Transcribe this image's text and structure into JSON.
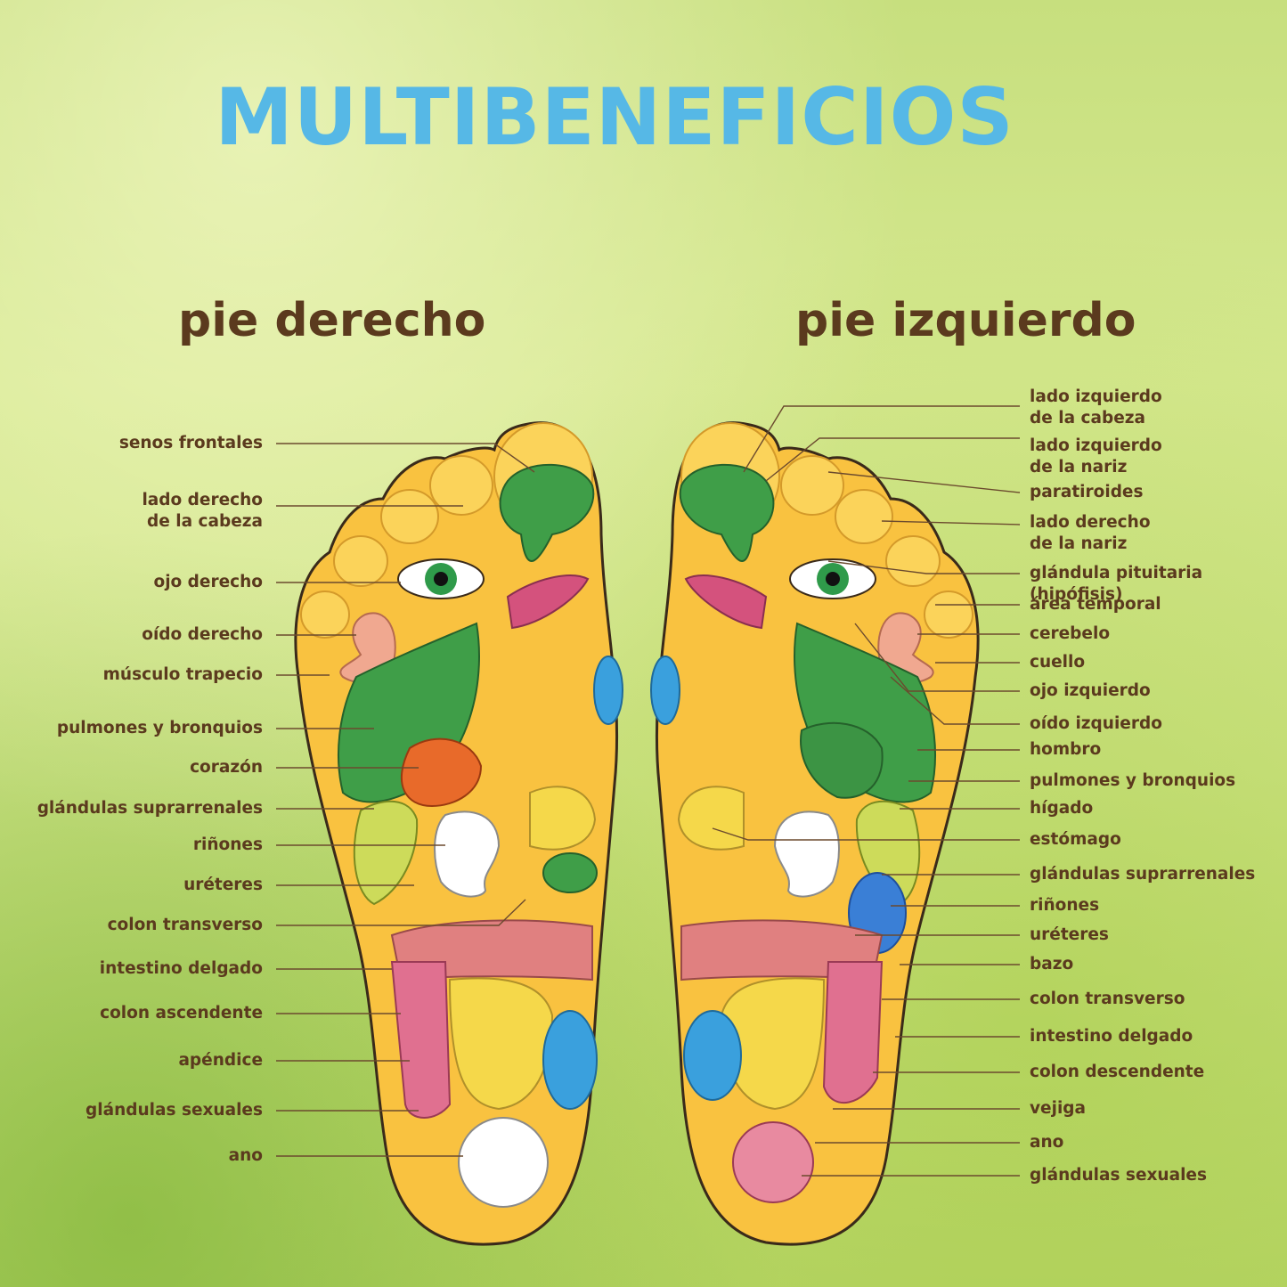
{
  "title": "MULTIBENEFICIOS",
  "colors": {
    "title": "#56b8e6",
    "text": "#5b3a1e",
    "foot_fill": "#f9c240",
    "lines": "#6b4a2e"
  },
  "right_foot": {
    "heading": "pie derecho",
    "labels": [
      "senos frontales",
      "lado derecho\nde la cabeza",
      "ojo derecho",
      "oído derecho",
      "músculo trapecio",
      "pulmones y bronquios",
      "corazón",
      "glándulas suprarrenales",
      "riñones",
      "uréteres",
      "colon transverso",
      "intestino delgado",
      "colon ascendente",
      "apéndice",
      "glándulas sexuales",
      "ano"
    ]
  },
  "left_foot": {
    "heading": "pie izquierdo",
    "labels": [
      "lado izquierdo\nde la cabeza",
      "lado izquierdo\nde la nariz",
      "paratiroides",
      "lado derecho\nde la nariz",
      "glándula pituitaria (hipófisis)",
      "área temporal",
      "cerebelo",
      "cuello",
      "ojo izquierdo",
      "oído izquierdo",
      "hombro",
      "pulmones y bronquios",
      "hígado",
      "estómago",
      "glándulas suprarrenales",
      "riñones",
      "uréteres",
      "bazo",
      "colon transverso",
      "intestino delgado",
      "colon descendente",
      "vejiga",
      "ano",
      "glándulas sexuales"
    ]
  }
}
